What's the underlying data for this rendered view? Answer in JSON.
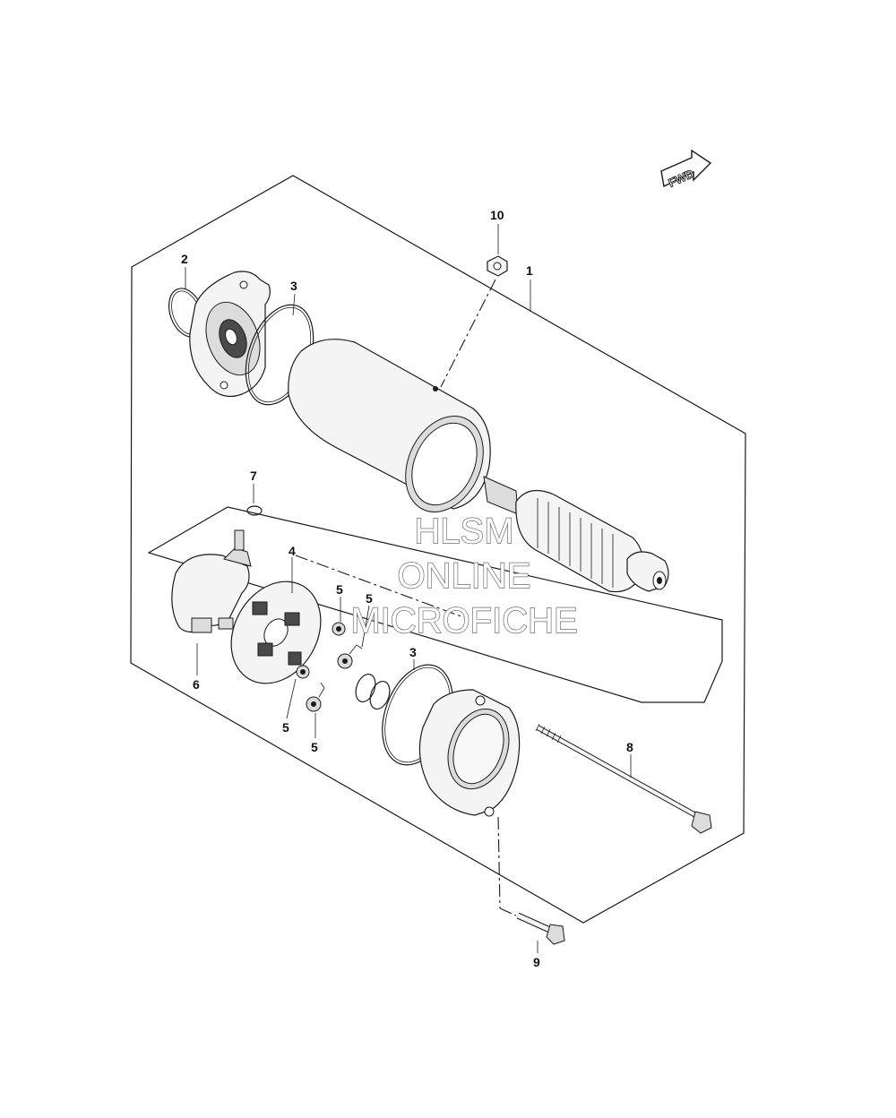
{
  "watermark": {
    "line1": "HLSM",
    "line2": "ONLINE",
    "line3": "MICROFICHE"
  },
  "fwd_label": "FWD",
  "callouts": {
    "c1": "1",
    "c2": "2",
    "c3a": "3",
    "c3b": "3",
    "c4": "4",
    "c5a": "5",
    "c5b": "5",
    "c5c": "5",
    "c5d": "5",
    "c6": "6",
    "c7": "7",
    "c8": "8",
    "c9": "9",
    "c10": "10"
  }
}
